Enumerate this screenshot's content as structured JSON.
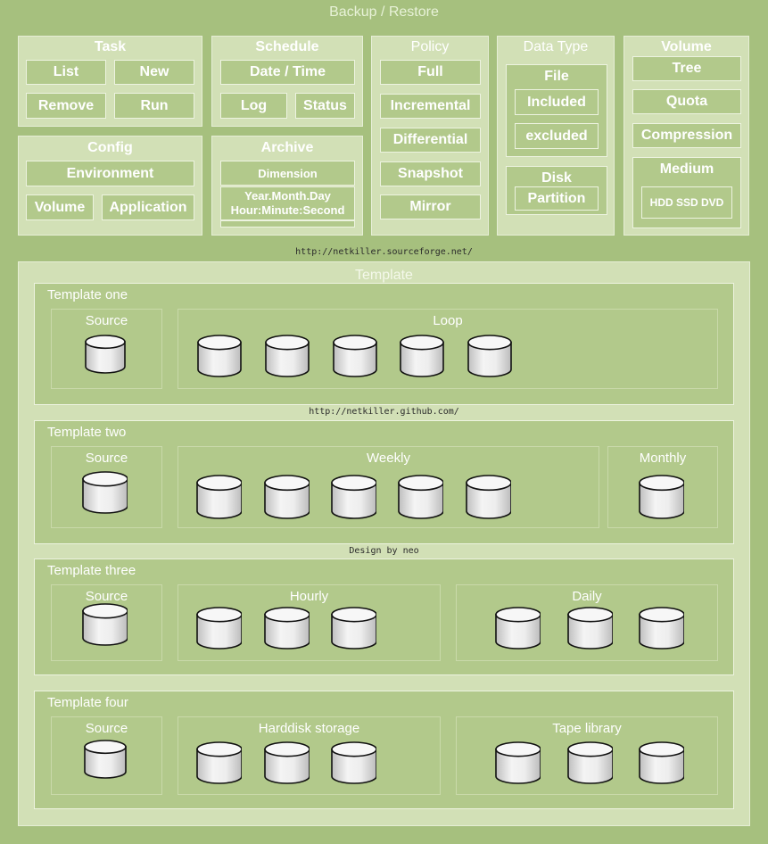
{
  "header": {
    "title": "Backup / Restore"
  },
  "task": {
    "title": "Task",
    "list": "List",
    "new": "New",
    "remove": "Remove",
    "run": "Run"
  },
  "schedule": {
    "title": "Schedule",
    "datetime": "Date / Time",
    "log": "Log",
    "status": "Status"
  },
  "policy": {
    "title": "Policy",
    "full": "Full",
    "incremental": "Incremental",
    "differential": "Differential",
    "snapshot": "Snapshot",
    "mirror": "Mirror"
  },
  "datatype": {
    "title": "Data Type",
    "file": "File",
    "included": "Included",
    "excluded": "excluded",
    "disk": "Disk",
    "partition": "Partition"
  },
  "volume": {
    "title": "Volume",
    "tree": "Tree",
    "quota": "Quota",
    "compression": "Compression",
    "medium": "Medium",
    "media": "HDD SSD DVD"
  },
  "config": {
    "title": "Config",
    "environment": "Environment",
    "volume": "Volume",
    "application": "Application"
  },
  "archive": {
    "title": "Archive",
    "dimension": "Dimension",
    "format_line1": "Year.Month.Day",
    "format_line2": "Hour:Minute:Second"
  },
  "urls": {
    "sourceforge": "http://netkiller.sourceforge.net/",
    "github": "http://netkiller.github.com/",
    "design": "Design by neo"
  },
  "template": {
    "title": "Template",
    "one": {
      "title": "Template one",
      "source": "Source",
      "loop": "Loop"
    },
    "two": {
      "title": "Template two",
      "source": "Source",
      "weekly": "Weekly",
      "monthly": "Monthly"
    },
    "three": {
      "title": "Template three",
      "source": "Source",
      "hourly": "Hourly",
      "daily": "Daily"
    },
    "four": {
      "title": "Template four",
      "source": "Source",
      "harddisk": "Harddisk storage",
      "tape": "Tape library"
    }
  },
  "colors": {
    "background": "#a6c07e",
    "panel": "#d2e0b6",
    "button": "#b2c98b",
    "border": "#edf3e0"
  }
}
